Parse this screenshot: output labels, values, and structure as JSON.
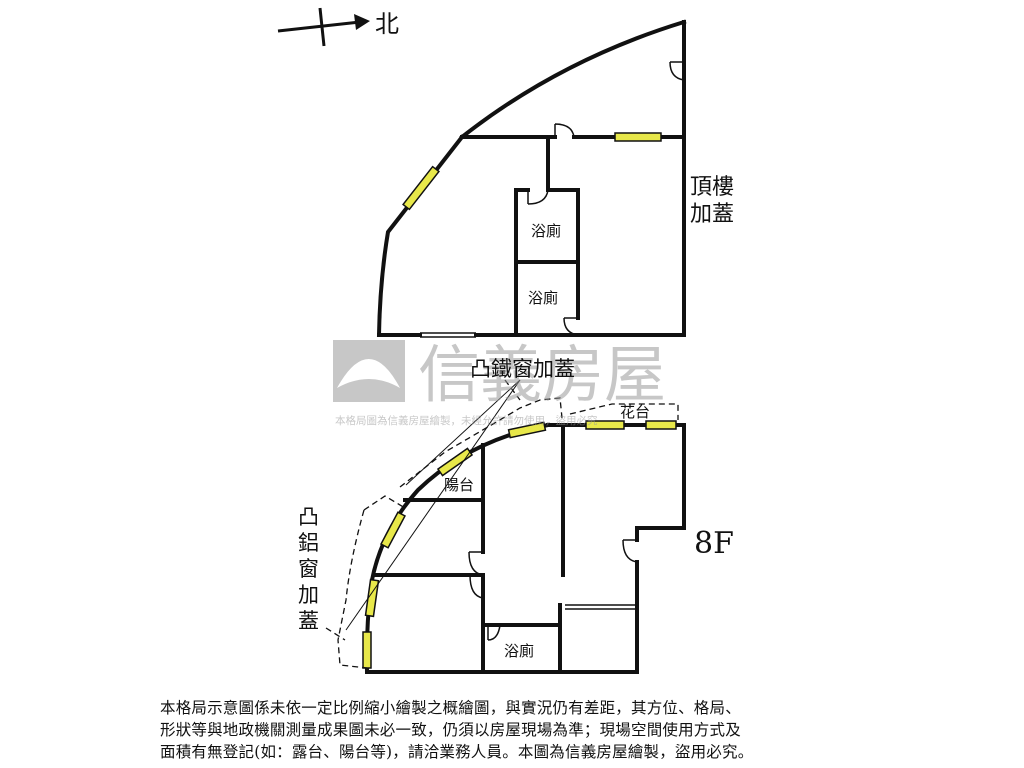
{
  "compass": {
    "label": "北"
  },
  "upper_floor": {
    "label_line1": "頂樓",
    "label_line2": "加蓋",
    "bath1": "浴廁",
    "bath2": "浴廁"
  },
  "lower_floor": {
    "floor_label": "8F",
    "iron_window_label": "凸鐵窗加蓋",
    "planter_label": "花台",
    "balcony_label": "陽台",
    "bath_label": "浴廁",
    "aluminum_window_label": [
      "凸",
      "鋁",
      "窗",
      "加",
      "蓋"
    ]
  },
  "watermark": {
    "brand": "信義房屋",
    "sub": "本格局圖為信義房屋繪製，未經允許請勿使用，盜用必究"
  },
  "disclaimer": [
    "本格局示意圖係未依一定比例縮小繪製之概繪圖，與實況仍有差距，其方位、格局、",
    "形狀等與地政機關測量成果圖未必一致，仍須以房屋現場為準；現場空間使用方式及",
    "面積有無登記(如：露台、陽台等)，請洽業務人員。本圖為信義房屋繪製，盜用必究。"
  ],
  "colors": {
    "wall": "#111111",
    "window": "#e8e84a",
    "watermark": "#9a9a9a"
  }
}
